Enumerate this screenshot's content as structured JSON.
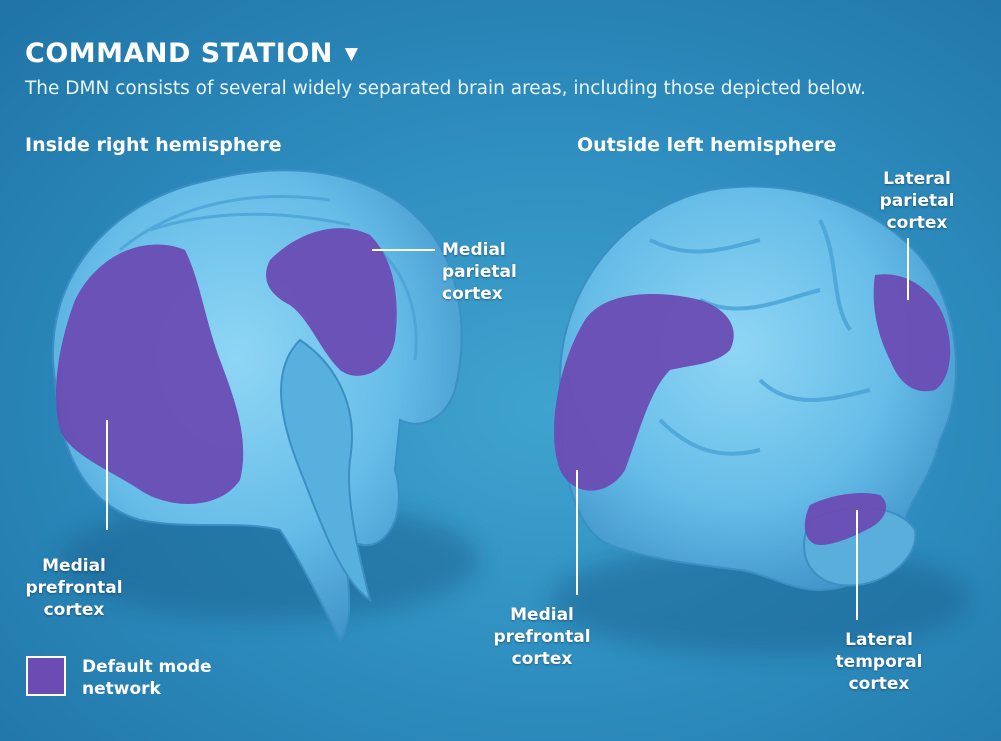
{
  "title": "COMMAND STATION",
  "title_marker": "▼",
  "subtitle": "The DMN consists of several widely separated brain areas, including those depicted below.",
  "panels": {
    "left": {
      "heading": "Inside right hemisphere",
      "labels": {
        "medial_parietal": [
          "Medial",
          "parietal",
          "cortex"
        ],
        "medial_prefrontal": [
          "Medial",
          "prefrontal",
          "cortex"
        ]
      }
    },
    "right": {
      "heading": "Outside left hemisphere",
      "labels": {
        "lateral_parietal": [
          "Lateral",
          "parietal",
          "cortex"
        ],
        "medial_prefrontal": [
          "Medial",
          "prefrontal",
          "cortex"
        ],
        "lateral_temporal": [
          "Lateral",
          "temporal",
          "cortex"
        ]
      }
    }
  },
  "legend": {
    "label": [
      "Default mode",
      "network"
    ],
    "color": "#6a4cb3"
  },
  "colors": {
    "background": "#2f8fc0",
    "brain": "#6cc3ec",
    "brain_shadow": "#3d8fc4",
    "dmn": "#6a4cb3"
  }
}
